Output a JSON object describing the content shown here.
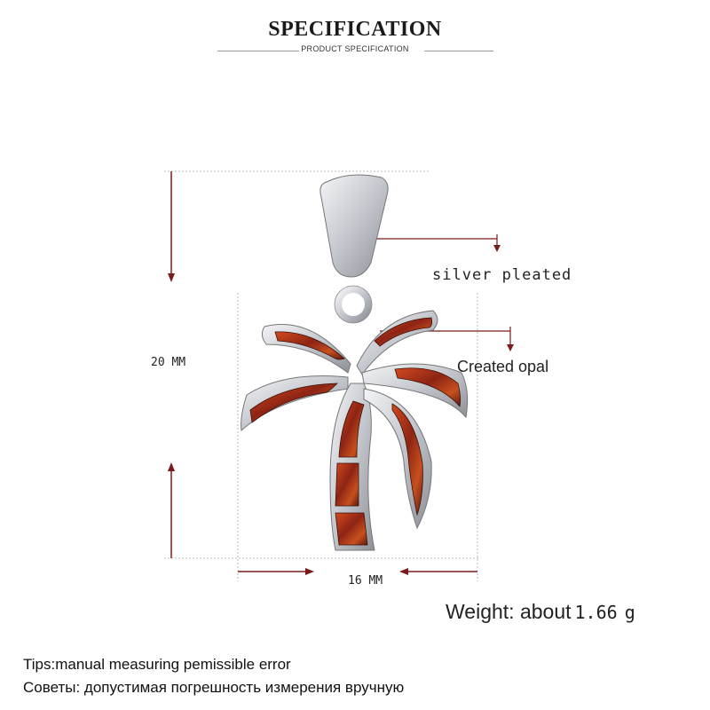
{
  "header": {
    "title": "SPECIFICATION",
    "subtitle": "PRODUCT SPECIFICATION"
  },
  "dimensions": {
    "height_label": "20 MM",
    "width_label": "16 MM"
  },
  "callouts": {
    "bail": "silver pleated",
    "stone": "Created opal"
  },
  "weight": {
    "prefix": "Weight: about",
    "value": "1.66",
    "unit": "g"
  },
  "tips": {
    "english": "Tips:manual measuring pemissible error",
    "russian": "Советы: допустимая погрешность измерения вручную"
  },
  "colors": {
    "dimension_line": "#7a1a1a",
    "dotted_guide": "#b8b8b8",
    "silver": "#c9ccd1",
    "opal": "#b33a1e"
  }
}
